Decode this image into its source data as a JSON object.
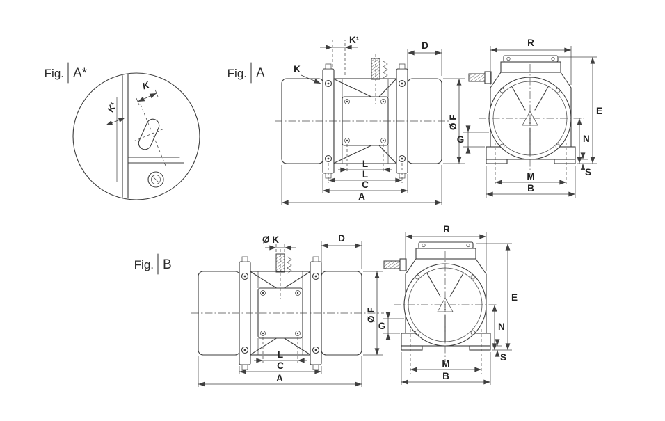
{
  "fig_detail": {
    "prefix": "Fig.",
    "name": "A*",
    "k": "K",
    "k1": "K¹"
  },
  "figA": {
    "prefix": "Fig.",
    "name": "A",
    "side": {
      "k1": "K¹",
      "k": "K",
      "d": "D",
      "f": "Ø F",
      "l1": "L",
      "l2": "L",
      "c": "C",
      "a": "A"
    },
    "end": {
      "r": "R",
      "e": "E",
      "n": "N",
      "g": "G",
      "s": "S",
      "m": "M",
      "b": "B"
    }
  },
  "figB": {
    "prefix": "Fig.",
    "name": "B",
    "side": {
      "k": "Ø K",
      "d": "D",
      "f": "Ø F",
      "l": "L",
      "c": "C",
      "a": "A"
    },
    "end": {
      "r": "R",
      "e": "E",
      "n": "N",
      "g": "G",
      "s": "S",
      "m": "M",
      "b": "B"
    }
  }
}
